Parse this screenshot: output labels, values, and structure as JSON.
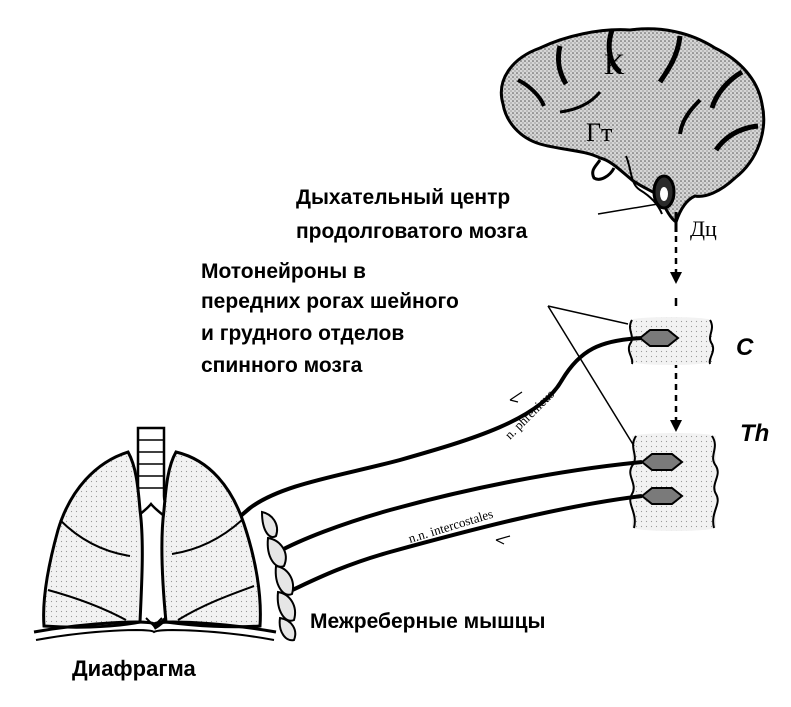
{
  "labels": {
    "cortex": "К",
    "hypothalamus": "Гт",
    "center_code": "Дц",
    "resp_center_line1": "Дыхательный центр",
    "resp_center_line2": "продолговатого мозга",
    "motoneurons_line1": "Мотонейроны в",
    "motoneurons_line2": "передних рогах шейного",
    "motoneurons_line3": "и грудного отделов",
    "motoneurons_line4": "спинного мозга",
    "cervical": "C",
    "thoracic": "Th",
    "phrenic_nerve": "n. phrenicus",
    "intercostal_nerves": "n.n. intercostales",
    "intercostal_muscles": "Межреберные мышцы",
    "diaphragm": "Диафрагма"
  },
  "colors": {
    "ink": "#000000",
    "brain_fill": "#c9c9c9",
    "spinal_fill": "#ebebeb",
    "neuron_fill": "#7a7a7a"
  }
}
